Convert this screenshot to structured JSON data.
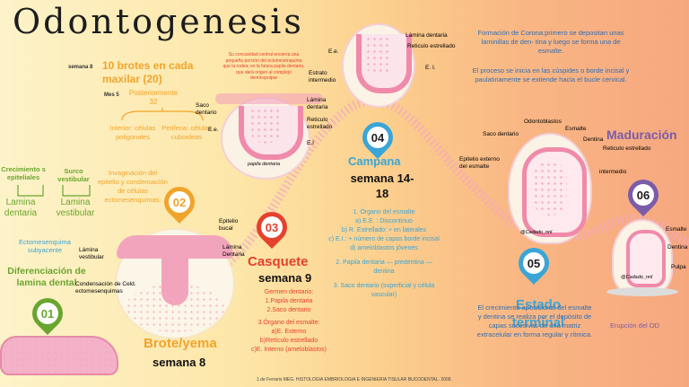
{
  "title": "Odontogenesis",
  "colors": {
    "green": "#6aa52f",
    "orange": "#f0a42b",
    "red": "#e5412d",
    "blue": "#3aa5d6",
    "purple": "#7b5ca8",
    "pink": "#f2a2bd"
  },
  "left": {
    "crecimiento_epiteliales": "Crecimiento s epiteliales",
    "surco_vestibular": "Surco vestibular",
    "lamina_dentaria": "Lamina dentaria",
    "lamina_vestibular": "Lamina vestibular",
    "ectomesenquima": "Ectomesenquima subyacente",
    "diferenciacion": "Diferenciación de lamina dental",
    "num_01": "01"
  },
  "brotes": {
    "semana8": "semana 8",
    "heading": "10 brotes en cada maxilar (20)",
    "mes5": "Mes 5",
    "posteriormente": "Posteriormente 32",
    "interior": "Interior: células poligonales",
    "periferia": "Periferia: células cuboideas"
  },
  "invaginacion": "Invaginación del epitelio y condensación de células ectomesenquimas.",
  "brote": {
    "num": "02",
    "lamina_vestibular": "Lámina vestibular",
    "epitelio_bucal": "Epitelio bucal",
    "lamina_dentaria": "Lámina Dentaria",
    "condensacion": "Condensación de Celd. ectomesenquimas",
    "title": "Brote/yema",
    "semana": "semana 8"
  },
  "casquete": {
    "num": "03",
    "concavidad": "Su concavidad central encierra una pequeña porción del ectomesénquima que la rodea; es la futura papila dentaria, que dará origen al complejo dentinopulpar",
    "saco": "Saco dentario",
    "ee": "E.e.",
    "lamina": "Lámina dentaria",
    "reticulo": "Reticulo estrellado",
    "ei": "E.I",
    "papila": "papila dentaria",
    "title": "Casquete",
    "semana": "semana 9",
    "germen": "Germen dentario:",
    "germen_items": [
      "1.Papila dentaria",
      "2.Saco dentario"
    ],
    "organo": "3.Órgano del esmalte:",
    "organo_items": [
      "a)E. Externo",
      "b)Retículo estrellado",
      "c)E. Interno (ameloblastos)"
    ]
  },
  "campana": {
    "num": "04",
    "lamina": "Lámina dentaria",
    "reticulo": "Reticulo estrellado",
    "ee": "E.e.",
    "ei": "E. I.",
    "estrato": "Estrato intermedio",
    "title": "Campana",
    "semana": "semana 14-18",
    "items": [
      "1. Órgano del esmalte",
      "a) E.E. : Discontinuo",
      "b) R. Estrellado: + en laterales",
      "c) E.I.: + número de capas borde incisal",
      "d) ameloblastos jóvenes",
      "2. Papila dentaria — predentina — dentina",
      "3. Saco dentario (superficial y célula vascular)"
    ]
  },
  "right_top": {
    "p1": "Formación de Corona:primero se depositan unas laminillas de den- tina y luego se forma una de esmalte.",
    "p2": "El proceso se inicia en las cúspides o borde incisal y paulatinamente se extiende hacia el bucle cervical."
  },
  "estado": {
    "num": "05",
    "odontoblastos": "Odontoblastos",
    "saco": "Saco dentario",
    "esmalte": "Esmalte",
    "dentina": "Dentina",
    "reticulo": "Reticulo estrellado",
    "intermedio": "intermedio",
    "epitelio": "Epitelio externo del esmalte",
    "title": "Estado terminal",
    "desc": "El crecimiento aposicional del esmalte y dentina se realiza por el depósito de capas sucesivas de una matriz extracelular en forma regular y rítmica."
  },
  "maduracion": {
    "num": "06",
    "title": "Maduración",
    "labels": [
      "Esmalte",
      "Dentina",
      "Pulpa"
    ],
    "erupcion": "Erupción del OD"
  },
  "credit": "1.de Ferraris MEG. HISTOLOGIA EMBRIOLOGIA E INGENIERIA TISULAR BUCODENTAL. 2009.",
  "watermark": "@Cadado_nnl"
}
